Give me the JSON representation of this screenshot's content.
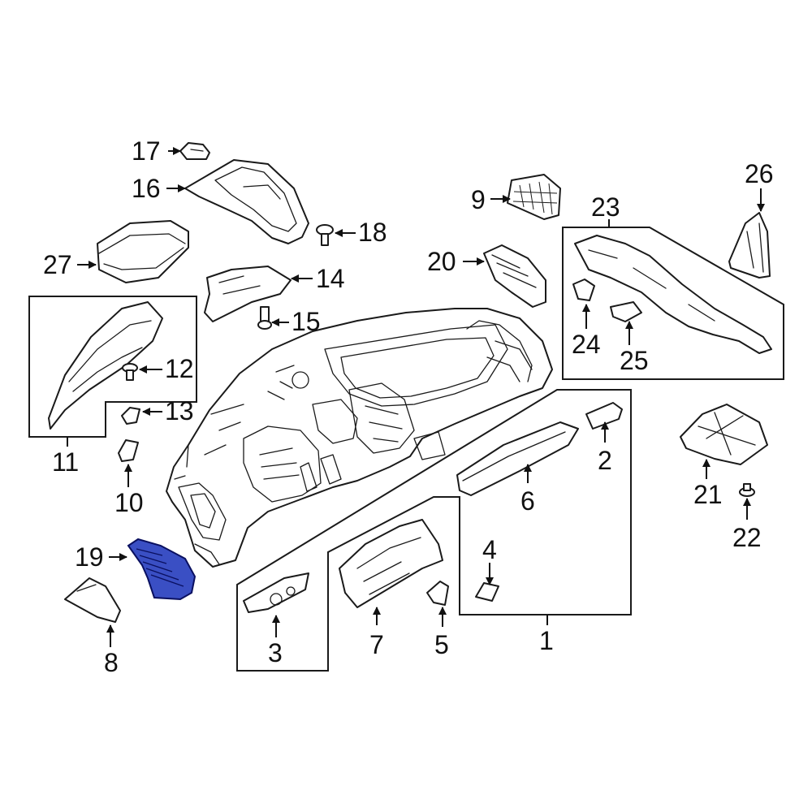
{
  "diagram": {
    "highlight_color": "#3a4fc4",
    "highlighted_part": "19",
    "labels": {
      "p1": "1",
      "p2": "2",
      "p3": "3",
      "p4": "4",
      "p5": "5",
      "p6": "6",
      "p7": "7",
      "p8": "8",
      "p9": "9",
      "p10": "10",
      "p11": "11",
      "p12": "12",
      "p13": "13",
      "p14": "14",
      "p15": "15",
      "p16": "16",
      "p17": "17",
      "p18": "18",
      "p19": "19",
      "p20": "20",
      "p21": "21",
      "p22": "22",
      "p23": "23",
      "p24": "24",
      "p25": "25",
      "p26": "26",
      "p27": "27"
    }
  }
}
